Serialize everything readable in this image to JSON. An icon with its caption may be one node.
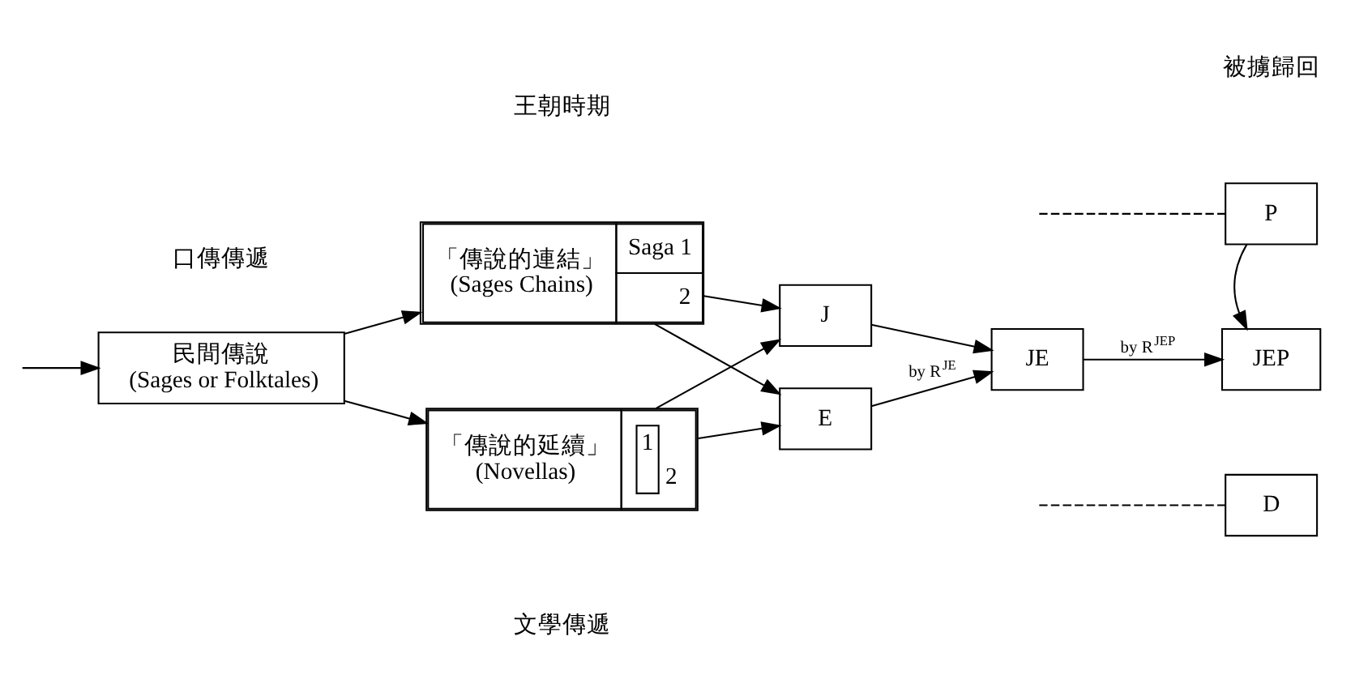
{
  "diagram": {
    "nodes": [
      {
        "text": [
          "民間傳說",
          "(Sages or Folktales)"
        ]
      },
      {
        "text": [
          "「傳說的連結」",
          "(Sages Chains)",
          "Saga 1",
          "2"
        ]
      },
      {
        "text": [
          "「傳說的延續」",
          "(Novellas)",
          "1",
          "2"
        ]
      },
      {
        "text": [
          "J"
        ]
      },
      {
        "text": [
          "E"
        ]
      },
      {
        "text": [
          "JE"
        ]
      },
      {
        "text": [
          "P"
        ]
      },
      {
        "text": [
          "JEP"
        ]
      },
      {
        "text": [
          "D"
        ]
      }
    ],
    "edges": [
      {
        "from": null,
        "to": 0,
        "arrow": "to"
      },
      {
        "from": 0,
        "to": 1,
        "arrow": "to"
      },
      {
        "from": 0,
        "to": 2,
        "arrow": "to"
      },
      {
        "from": 1,
        "to": 3,
        "arrow": "to"
      },
      {
        "from": 1,
        "to": 4,
        "arrow": "to"
      },
      {
        "from": 2,
        "to": 3,
        "arrow": "to"
      },
      {
        "from": 2,
        "to": 4,
        "arrow": "to"
      },
      {
        "from": 3,
        "to": 5,
        "arrow": "to"
      },
      {
        "from": 4,
        "to": 5,
        "label": "by R$^{JE}$",
        "arrow": "to"
      },
      {
        "from": 5,
        "to": 7,
        "label": "by R$^{JEP}$",
        "arrow": "to"
      },
      {
        "from": 6,
        "to": 7,
        "arrow": "to"
      },
      {
        "from": null,
        "to": 6,
        "arrow": "none",
        "style": "dashed"
      },
      {
        "from": null,
        "to": 8,
        "arrow": "none",
        "style": "dashed"
      }
    ],
    "labels": [
      "王朝時期",
      "被擄歸回",
      "口傳傳遞",
      "文學傳遞"
    ]
  }
}
